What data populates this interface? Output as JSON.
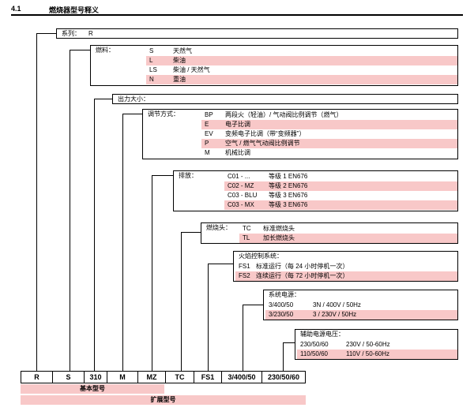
{
  "section": {
    "number": "4.1",
    "title": "燃烧器型号释义"
  },
  "series": {
    "label": "系列：",
    "value": "R"
  },
  "fuel": {
    "label": "燃料：",
    "options": [
      {
        "code": "S",
        "desc": "天然气",
        "highlight": false
      },
      {
        "code": "L",
        "desc": "柴油",
        "highlight": true
      },
      {
        "code": "LS",
        "desc": "柴油 / 天然气",
        "highlight": false
      },
      {
        "code": "N",
        "desc": "重油",
        "highlight": true
      }
    ]
  },
  "output": {
    "label": "出力大小："
  },
  "regulation": {
    "label": "调节方式：",
    "options": [
      {
        "code": "BP",
        "desc": "两段火（轻油）/ 气动阀比例调节（燃气）",
        "highlight": false
      },
      {
        "code": "E",
        "desc": "电子比调",
        "highlight": true
      },
      {
        "code": "EV",
        "desc": "变频电子比调（带“变频器”）",
        "highlight": false
      },
      {
        "code": "P",
        "desc": "空气 / 燃气气动阀比例调节",
        "highlight": true
      },
      {
        "code": "M",
        "desc": "机械比调",
        "highlight": false
      }
    ]
  },
  "emission": {
    "label": "排放：",
    "options": [
      {
        "code": "C01 - ...",
        "desc": "等级 1 EN676",
        "highlight": false
      },
      {
        "code": "C02 - MZ",
        "desc": "等级 2 EN676",
        "highlight": true
      },
      {
        "code": "C03 - BLU",
        "desc": "等级 3 EN676",
        "highlight": false
      },
      {
        "code": "C03 - MX",
        "desc": "等级 3 EN676",
        "highlight": true
      }
    ]
  },
  "head": {
    "label": "燃烧头：",
    "options": [
      {
        "code": "TC",
        "desc": "标准燃烧头",
        "highlight": false
      },
      {
        "code": "TL",
        "desc": "加长燃烧头",
        "highlight": true
      }
    ]
  },
  "flame": {
    "label": "火焰控制系统：",
    "options": [
      {
        "code": "FS1",
        "desc": "标准运行（每 24 小时停机一次）",
        "highlight": false
      },
      {
        "code": "FS2",
        "desc": "连续运行（每 72 小时停机一次）",
        "highlight": true
      }
    ]
  },
  "power": {
    "label": "系统电源：",
    "options": [
      {
        "code": "3/400/50",
        "desc": "3N / 400V / 50Hz",
        "highlight": false
      },
      {
        "code": "3/230/50",
        "desc": "3 / 230V / 50Hz",
        "highlight": true
      }
    ]
  },
  "aux": {
    "label": "辅助电源电压：",
    "options": [
      {
        "code": "230/50/60",
        "desc": "230V / 50-60Hz",
        "highlight": false
      },
      {
        "code": "110/50/60",
        "desc": "110V / 50-60Hz",
        "highlight": true
      }
    ]
  },
  "codes": [
    "R",
    "S",
    "310",
    "M",
    "MZ",
    "TC",
    "FS1",
    "3/400/50",
    "230/50/60"
  ],
  "bands": {
    "basic": "基本型号",
    "extended": "扩展型号"
  },
  "colors": {
    "highlight": "#f8c8c8"
  }
}
